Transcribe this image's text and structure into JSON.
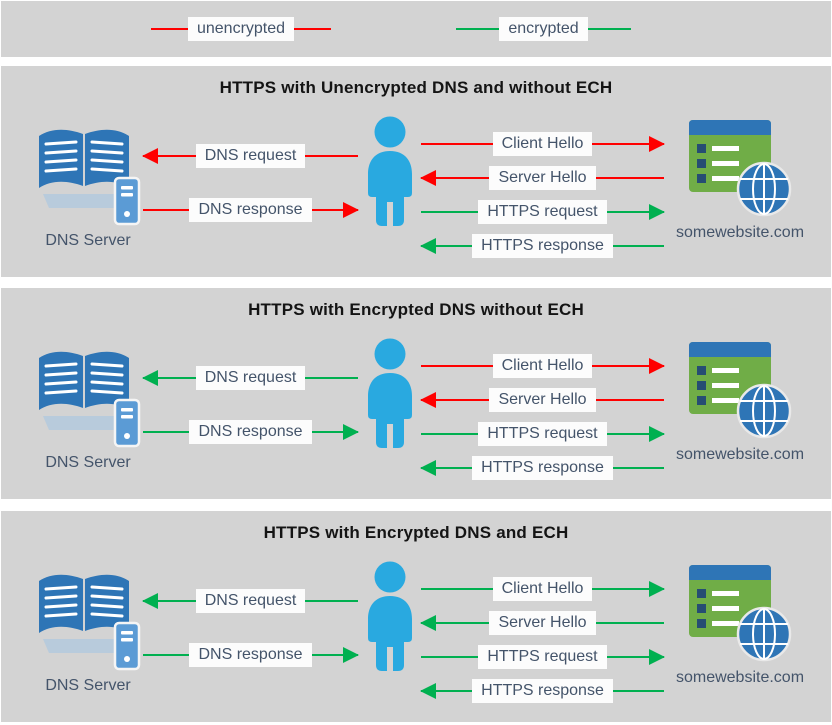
{
  "legend": {
    "items": [
      {
        "label": "unencrypted",
        "color": "#FF0000"
      },
      {
        "label": "encrypted",
        "color": "#00B050"
      }
    ]
  },
  "icons": {
    "dns_server": "address-book-with-server-icon",
    "user": "person-silhouette-icon",
    "website": "browser-window-with-globe-icon"
  },
  "colors": {
    "panel_background": "#D3D3D3",
    "label_text": "#44546A",
    "label_background": "#FCFCFC",
    "person_blue": "#29A9E0",
    "book_blue": "#2E75B6",
    "site_green": "#70AD47"
  },
  "panels": [
    {
      "title": "HTTPS with Unencrypted DNS and without ECH",
      "dns_server_label": "DNS Server",
      "website_label": "somewebsite.com",
      "dns_messages": [
        {
          "label": "DNS request",
          "direction": "left",
          "color": "#FF0000"
        },
        {
          "label": "DNS response",
          "direction": "right",
          "color": "#FF0000"
        }
      ],
      "https_messages": [
        {
          "label": "Client Hello",
          "direction": "right",
          "color": "#FF0000"
        },
        {
          "label": "Server Hello",
          "direction": "left",
          "color": "#FF0000"
        },
        {
          "label": "HTTPS request",
          "direction": "right",
          "color": "#00B050"
        },
        {
          "label": "HTTPS response",
          "direction": "left",
          "color": "#00B050"
        }
      ]
    },
    {
      "title": "HTTPS with Encrypted DNS without ECH",
      "dns_server_label": "DNS Server",
      "website_label": "somewebsite.com",
      "dns_messages": [
        {
          "label": "DNS request",
          "direction": "left",
          "color": "#00B050"
        },
        {
          "label": "DNS response",
          "direction": "right",
          "color": "#00B050"
        }
      ],
      "https_messages": [
        {
          "label": "Client Hello",
          "direction": "right",
          "color": "#FF0000"
        },
        {
          "label": "Server Hello",
          "direction": "left",
          "color": "#FF0000"
        },
        {
          "label": "HTTPS request",
          "direction": "right",
          "color": "#00B050"
        },
        {
          "label": "HTTPS response",
          "direction": "left",
          "color": "#00B050"
        }
      ]
    },
    {
      "title": "HTTPS with Encrypted DNS and ECH",
      "dns_server_label": "DNS Server",
      "website_label": "somewebsite.com",
      "dns_messages": [
        {
          "label": "DNS request",
          "direction": "left",
          "color": "#00B050"
        },
        {
          "label": "DNS response",
          "direction": "right",
          "color": "#00B050"
        }
      ],
      "https_messages": [
        {
          "label": "Client Hello",
          "direction": "right",
          "color": "#00B050"
        },
        {
          "label": "Server Hello",
          "direction": "left",
          "color": "#00B050"
        },
        {
          "label": "HTTPS request",
          "direction": "right",
          "color": "#00B050"
        },
        {
          "label": "HTTPS response",
          "direction": "left",
          "color": "#00B050"
        }
      ]
    }
  ]
}
